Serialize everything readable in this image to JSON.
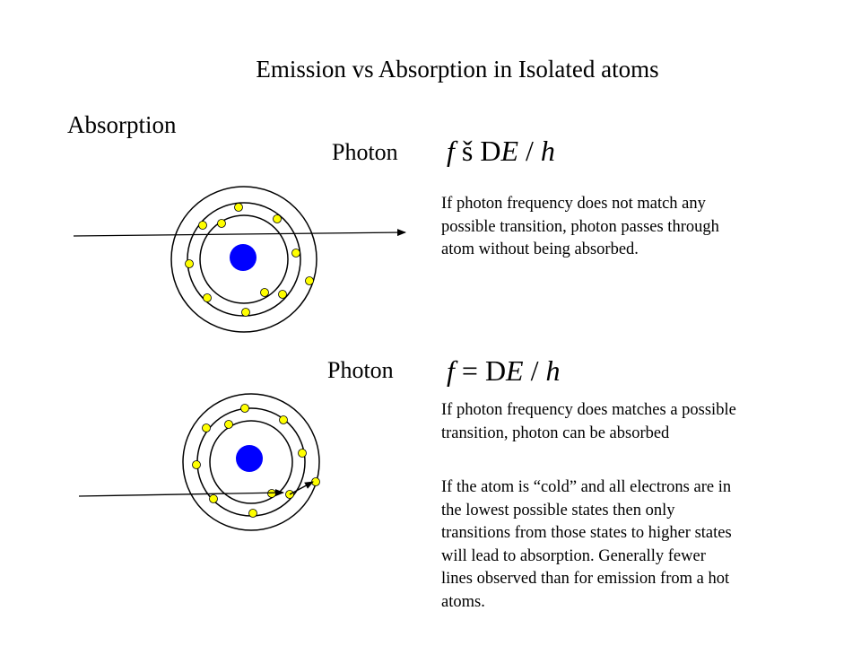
{
  "slide": {
    "title": "Emission vs Absorption in Isolated atoms",
    "section_label": "Absorption"
  },
  "case_no_absorption": {
    "photon_label": "Photon",
    "formula": {
      "lhs": "f",
      "op": "š",
      "d": "D",
      "e": "E",
      "slash": " / ",
      "h": "h"
    },
    "description": "If photon frequency does not match any\npossible transition, photon passes through\natom without being absorbed."
  },
  "case_absorption": {
    "photon_label": "Photon",
    "formula": {
      "lhs": "f",
      "op": "=",
      "d": "D",
      "e": "E",
      "slash": " / ",
      "h": "h"
    },
    "description_1": "If photon frequency does matches a possible\ntransition, photon can be absorbed",
    "description_2": "If the atom is “cold” and all electrons are in\nthe lowest possible states then only\ntransitions from those states to higher states\nwill lead to absorption.   Generally fewer\nlines observed than for emission from a hot\natoms."
  },
  "colors": {
    "nucleus": "#0000ff",
    "electron": "#ffff00",
    "orbit": "#000000",
    "photon_arrow": "#000000"
  }
}
